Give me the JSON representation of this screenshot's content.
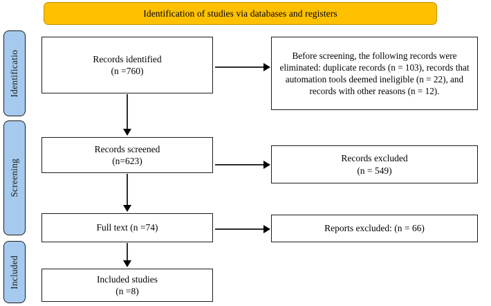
{
  "diagram": {
    "type": "prisma-flow-diagram",
    "banner": {
      "label": "Identification of studies via databases and registers",
      "fill_color": "#FFC000",
      "border_color": "#C49000"
    },
    "stages": [
      {
        "id": "identification",
        "label": "Identificatio",
        "fill_color": "#A6CAED"
      },
      {
        "id": "screening",
        "label": "Screening",
        "fill_color": "#A6CAED"
      },
      {
        "id": "included",
        "label": "Included",
        "fill_color": "#A6CAED"
      }
    ],
    "boxes": {
      "records_identified": {
        "line1": "Records identified",
        "line2": "(n =760)"
      },
      "before_screening": {
        "text": "Before screening, the following records were eliminated: duplicate records (n = 103), records that automation tools deemed ineligible (n = 22), and records with other reasons (n = 12)."
      },
      "records_screened": {
        "line1": "Records screened",
        "line2": "(n=623)"
      },
      "records_excluded": {
        "line1": "Records excluded",
        "line2": "(n = 549)"
      },
      "full_text": {
        "line1": "Full text (n =74)"
      },
      "reports_excluded": {
        "line1": "Reports excluded: (n = 66)"
      },
      "included_studies": {
        "line1": "Included studies",
        "line2": "(n =8)"
      }
    },
    "counts": {
      "records_identified": 760,
      "duplicate_records_removed": 103,
      "automation_ineligible_removed": 22,
      "other_reasons_removed": 12,
      "records_screened": 623,
      "records_excluded": 549,
      "full_text_assessed": 74,
      "reports_excluded": 66,
      "included_studies": 8
    }
  }
}
